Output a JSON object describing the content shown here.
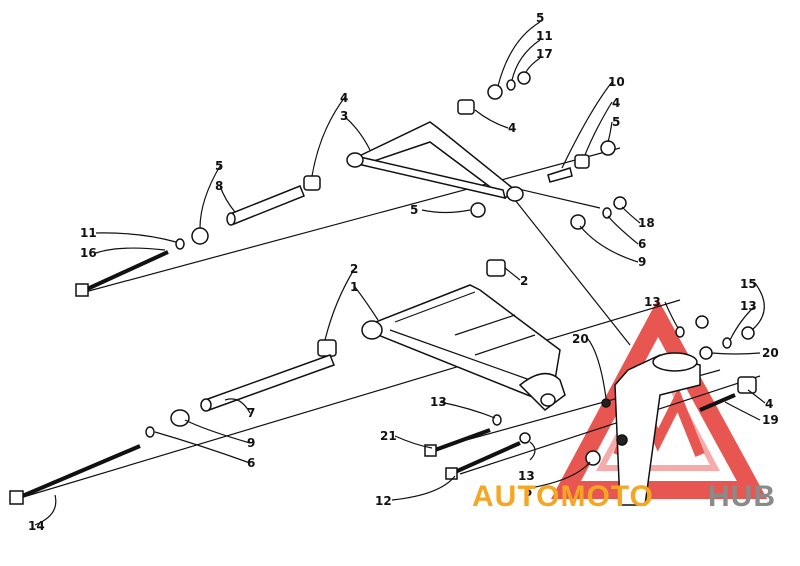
{
  "diagram": {
    "callouts": [
      {
        "id": "c-5-top",
        "text": "5"
      },
      {
        "id": "c-11-top",
        "text": "11"
      },
      {
        "id": "c-17",
        "text": "17"
      },
      {
        "id": "c-4-upper-left",
        "text": "4"
      },
      {
        "id": "c-3",
        "text": "3"
      },
      {
        "id": "c-4-upper-mid",
        "text": "4"
      },
      {
        "id": "c-10",
        "text": "10"
      },
      {
        "id": "c-4-upper-right",
        "text": "4"
      },
      {
        "id": "c-5-upper-right",
        "text": "5"
      },
      {
        "id": "c-5-left",
        "text": "5"
      },
      {
        "id": "c-8",
        "text": "8"
      },
      {
        "id": "c-5-mid",
        "text": "5"
      },
      {
        "id": "c-18",
        "text": "18"
      },
      {
        "id": "c-11-left",
        "text": "11"
      },
      {
        "id": "c-16",
        "text": "16"
      },
      {
        "id": "c-6-right",
        "text": "6"
      },
      {
        "id": "c-9-right",
        "text": "9"
      },
      {
        "id": "c-2-top",
        "text": "2"
      },
      {
        "id": "c-2-right",
        "text": "2"
      },
      {
        "id": "c-1",
        "text": "1"
      },
      {
        "id": "c-13-top",
        "text": "13"
      },
      {
        "id": "c-15",
        "text": "15"
      },
      {
        "id": "c-13-right",
        "text": "13"
      },
      {
        "id": "c-20-left",
        "text": "20"
      },
      {
        "id": "c-20-right",
        "text": "20"
      },
      {
        "id": "c-4-lower",
        "text": "4"
      },
      {
        "id": "c-13-mid",
        "text": "13"
      },
      {
        "id": "c-19",
        "text": "19"
      },
      {
        "id": "c-7",
        "text": "7"
      },
      {
        "id": "c-9-left",
        "text": "9"
      },
      {
        "id": "c-6-left",
        "text": "6"
      },
      {
        "id": "c-21",
        "text": "21"
      },
      {
        "id": "c-13-low",
        "text": "13"
      },
      {
        "id": "c-5-low",
        "text": "5"
      },
      {
        "id": "c-12",
        "text": "12"
      },
      {
        "id": "c-14",
        "text": "14"
      }
    ]
  },
  "watermark": {
    "part1": "AUTOMOTO",
    "part2": "HUB",
    "colors": {
      "accent": "#f5a623",
      "secondary": "#8a8a8a",
      "triangle": "#e53935"
    }
  }
}
